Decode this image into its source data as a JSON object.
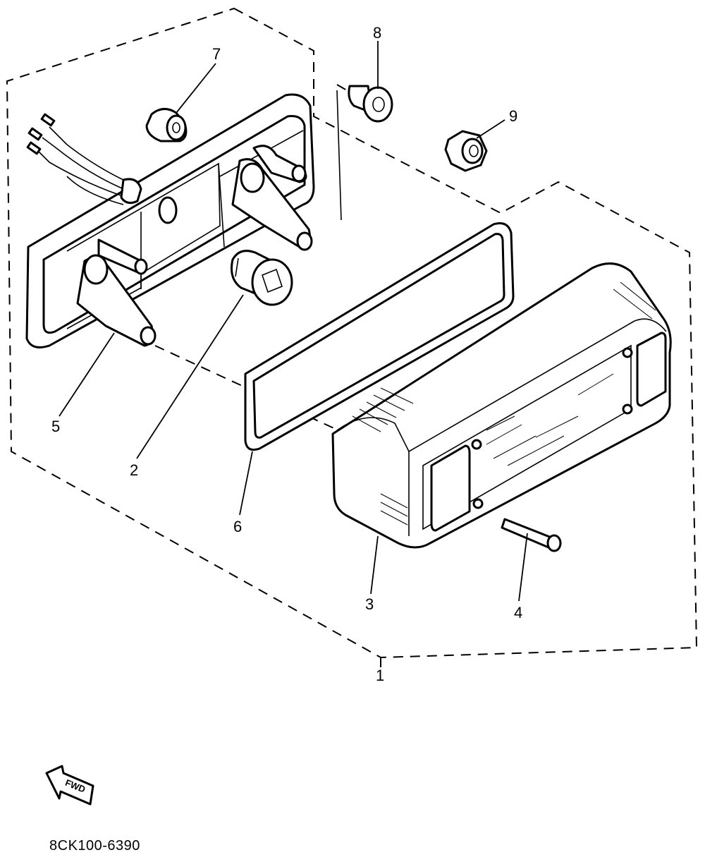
{
  "callouts": {
    "c1": "1",
    "c2": "2",
    "c3": "3",
    "c4": "4",
    "c5": "5",
    "c6": "6",
    "c7": "7",
    "c8": "8",
    "c9": "9"
  },
  "fwd_arrow": {
    "label": "FWD"
  },
  "diagram_code": "8CK100-6390"
}
